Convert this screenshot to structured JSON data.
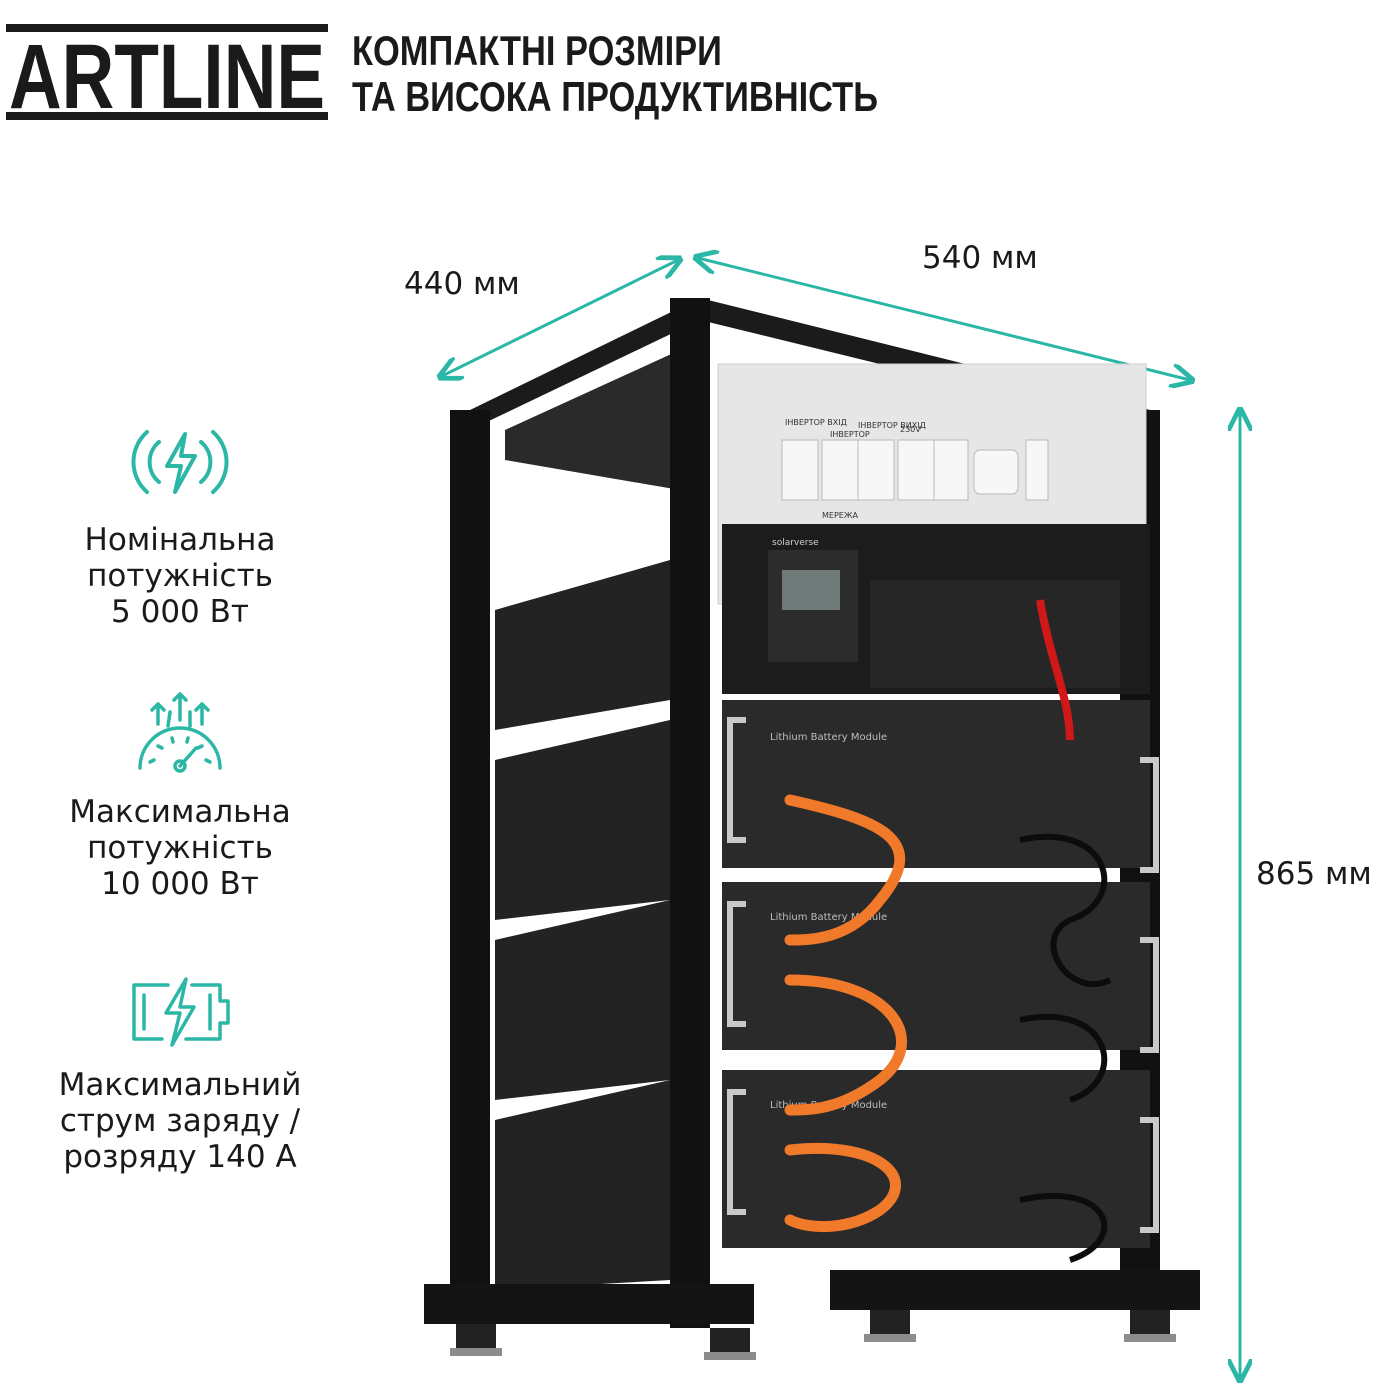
{
  "brand": {
    "logo_text": "ARTLINE"
  },
  "headline": {
    "line1": "КОМПАКТНІ РОЗМІРИ",
    "line2": "ТА ВИСОКА ПРОДУКТИВНІСТЬ"
  },
  "features": [
    {
      "icon": "wireless-bolt-icon",
      "line1": "Номінальна",
      "line2": "потужність",
      "line3": "5 000 Вт"
    },
    {
      "icon": "speedometer-icon",
      "line1": "Максимальна",
      "line2": "потужність",
      "line3": "10 000 Вт"
    },
    {
      "icon": "battery-charge-icon",
      "line1": "Максимальний",
      "line2": "струм заряду /",
      "line3": "розряду 140 А"
    }
  ],
  "dimensions": {
    "depth": "440 мм",
    "width": "540 мм",
    "height": "865 мм"
  },
  "product_labels": {
    "breaker_1": "ІНВЕРТОР ВХІД",
    "breaker_2": "ІНВЕРТОР",
    "breaker_3": "ІНВЕРТОР ВИХІД",
    "socket": "230V",
    "grid": "МЕРЕЖА",
    "inverter_brand": "solarverse",
    "battery_label": "Lithium Battery Module"
  },
  "colors": {
    "accent": "#2bb7a6",
    "text": "#1a1a1a",
    "rack": "#111111",
    "cable_orange": "#f07a2a"
  }
}
